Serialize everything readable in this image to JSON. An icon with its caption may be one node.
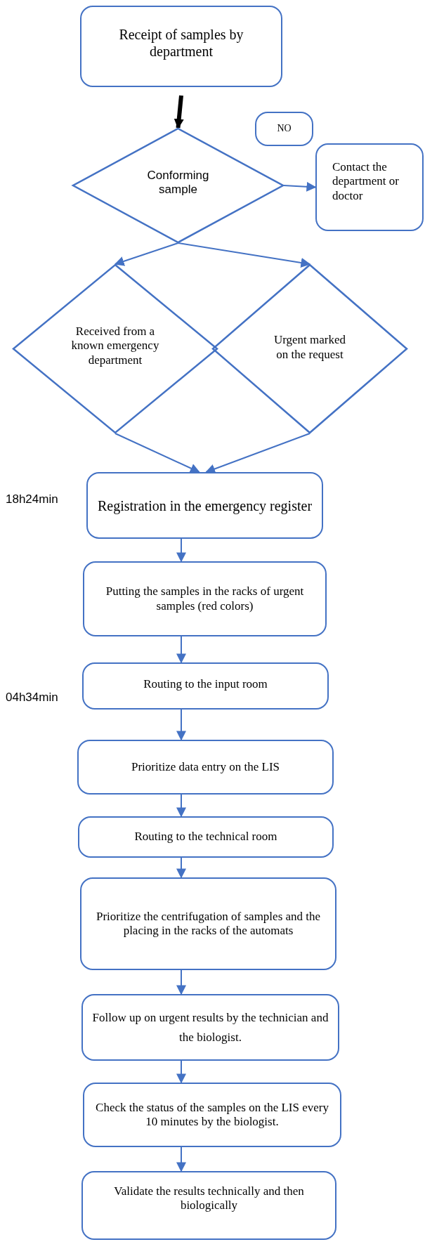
{
  "diagram": {
    "nodes": [
      {
        "text": [
          "Receipt of samples by department"
        ]
      },
      {
        "text": [
          "NO"
        ]
      },
      {
        "text": [
          "Conforming sample"
        ]
      },
      {
        "text": [
          "Contact the department or doctor"
        ]
      },
      {
        "text": [
          "Received from a known emergency department"
        ]
      },
      {
        "text": [
          "Urgent marked on the request"
        ]
      },
      {
        "text": [
          "Registration in the emergency register"
        ],
        "beside": [
          "18h24min"
        ]
      },
      {
        "text": [
          "Putting the samples in the racks of urgent samples (red colors)"
        ]
      },
      {
        "text": [
          "Routing to the input room"
        ],
        "beside": [
          "04h34min"
        ]
      },
      {
        "text": [
          "Prioritize data entry on the LIS"
        ]
      },
      {
        "text": [
          "Routing to the technical room"
        ]
      },
      {
        "text": [
          "Prioritize the centrifugation of samples and the placing in the racks of the automats"
        ]
      },
      {
        "text": [
          "Follow up on urgent results by the technician and the biologist."
        ]
      },
      {
        "text": [
          "Check the status of the samples on the LIS every 10 minutes by the biologist."
        ]
      },
      {
        "text": [
          "Validate the results technically and then biologically"
        ]
      }
    ],
    "edges": [
      {
        "from": 0,
        "to": 2,
        "arrow": "to",
        "style": "thick",
        "color": "#000000"
      },
      {
        "from": 2,
        "to": 3,
        "arrow": "to"
      },
      {
        "from": 2,
        "to": 4,
        "arrow": "to"
      },
      {
        "from": 2,
        "to": 5,
        "arrow": "to"
      },
      {
        "from": 4,
        "to": 6,
        "arrow": "to"
      },
      {
        "from": 5,
        "to": 6,
        "arrow": "to"
      },
      {
        "from": 6,
        "to": 7,
        "arrow": "to"
      },
      {
        "from": 7,
        "to": 8,
        "arrow": "to"
      },
      {
        "from": 8,
        "to": 9,
        "arrow": "to"
      },
      {
        "from": 9,
        "to": 10,
        "arrow": "to"
      },
      {
        "from": 10,
        "to": 11,
        "arrow": "to"
      },
      {
        "from": 11,
        "to": 12,
        "arrow": "to"
      },
      {
        "from": 12,
        "to": 13,
        "arrow": "to"
      },
      {
        "from": 13,
        "to": 14,
        "arrow": "to"
      }
    ]
  }
}
